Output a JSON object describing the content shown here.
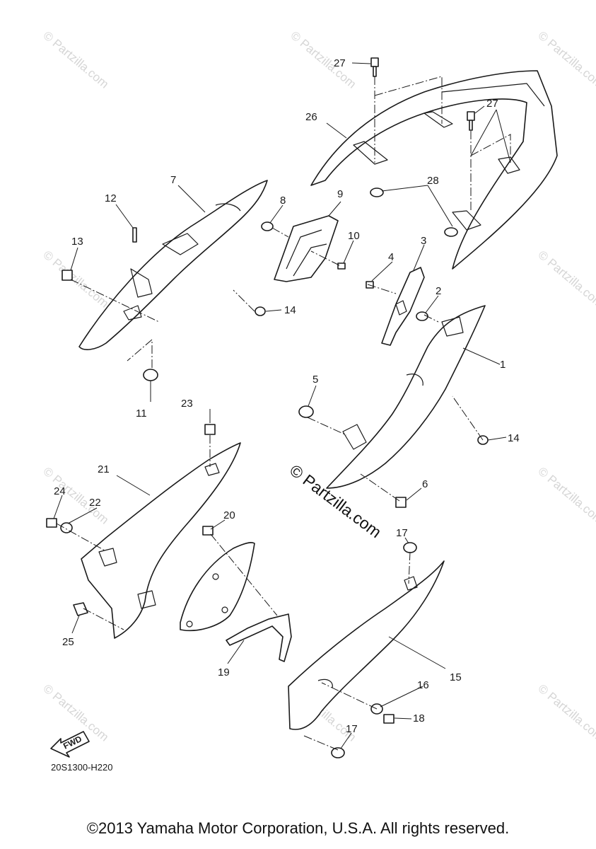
{
  "diagram_code": "20S1300-H220",
  "fwd_label": "FWD",
  "watermark_center": "© Partzilla.com",
  "watermark_small": "© Partzilla.com",
  "copyright": "©2013 Yamaha Motor Corporation, U.S.A. All rights reserved.",
  "callouts": {
    "c1": "1",
    "c2": "2",
    "c3": "3",
    "c4": "4",
    "c5": "5",
    "c6": "6",
    "c7": "7",
    "c8": "8",
    "c9": "9",
    "c10": "10",
    "c11": "11",
    "c12": "12",
    "c13": "13",
    "c14a": "14",
    "c14b": "14",
    "c15": "15",
    "c16": "16",
    "c17a": "17",
    "c17b": "17",
    "c18": "18",
    "c19": "19",
    "c20": "20",
    "c21": "21",
    "c22": "22",
    "c23": "23",
    "c24": "24",
    "c25": "25",
    "c26": "26",
    "c27a": "27",
    "c27b": "27",
    "c28": "28"
  }
}
